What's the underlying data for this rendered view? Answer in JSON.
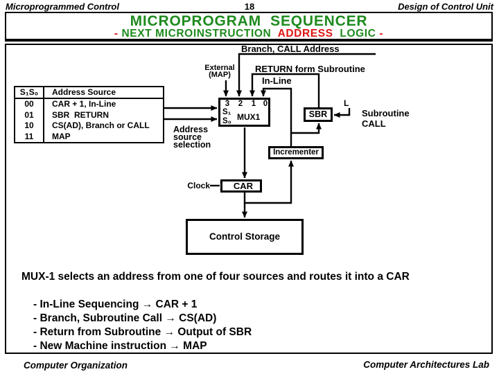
{
  "slide": {
    "header": {
      "left": "Microprogrammed Control",
      "page_number": "18",
      "right": "Design of Control Unit"
    },
    "footer": {
      "left": "Computer Organization",
      "right": "Computer Architectures Lab"
    }
  },
  "title": {
    "main": "MICROPROGRAM  SEQUENCER",
    "subtitle_parts": {
      "dash_left": "- ",
      "green_1": "NEXT MICROINSTRUCTION  ",
      "red_word": "ADDRESS",
      "green_2": "  LOGIC ",
      "dash_right": "-"
    }
  },
  "colors": {
    "title_green": "#1e8a1e",
    "title_red": "#e01414",
    "ink": "#000000"
  },
  "address_table": {
    "header": {
      "code": "S₁S₀",
      "label": "Address Source"
    },
    "rows": [
      {
        "code": "00",
        "label": "CAR + 1, In-Line"
      },
      {
        "code": "01",
        "label": "SBR  RETURN"
      },
      {
        "code": "10",
        "label": "CS(AD), Branch or CALL"
      },
      {
        "code": "11",
        "label": "MAP"
      }
    ]
  },
  "diagram": {
    "labels": {
      "branch_call": "Branch, CALL Address",
      "external_1": "External",
      "external_2": "(MAP)",
      "return_subroutine": "RETURN form Subroutine",
      "in_line": "In-Line",
      "address_selection_1": "Address",
      "address_selection_2": "source",
      "address_selection_3": "selection",
      "clock": "Clock",
      "load": "L",
      "subroutine_call_1": "Subroutine",
      "subroutine_call_2": "CALL"
    },
    "mux": {
      "name": "MUX1",
      "inputs": [
        "3",
        "2",
        "1",
        "0"
      ],
      "selects": [
        "S₁",
        "S₀"
      ]
    },
    "boxes": {
      "sbr": "SBR",
      "incrementer": "Incrementer",
      "car": "CAR",
      "control_storage": "Control Storage"
    }
  },
  "notes": {
    "summary": "MUX-1 selects an address from one of four sources and routes it into a CAR",
    "bullets": [
      "- In-Line Sequencing → CAR + 1",
      "- Branch, Subroutine Call → CS(AD)",
      "- Return from Subroutine → Output of SBR",
      "- New Machine instruction → MAP"
    ]
  }
}
